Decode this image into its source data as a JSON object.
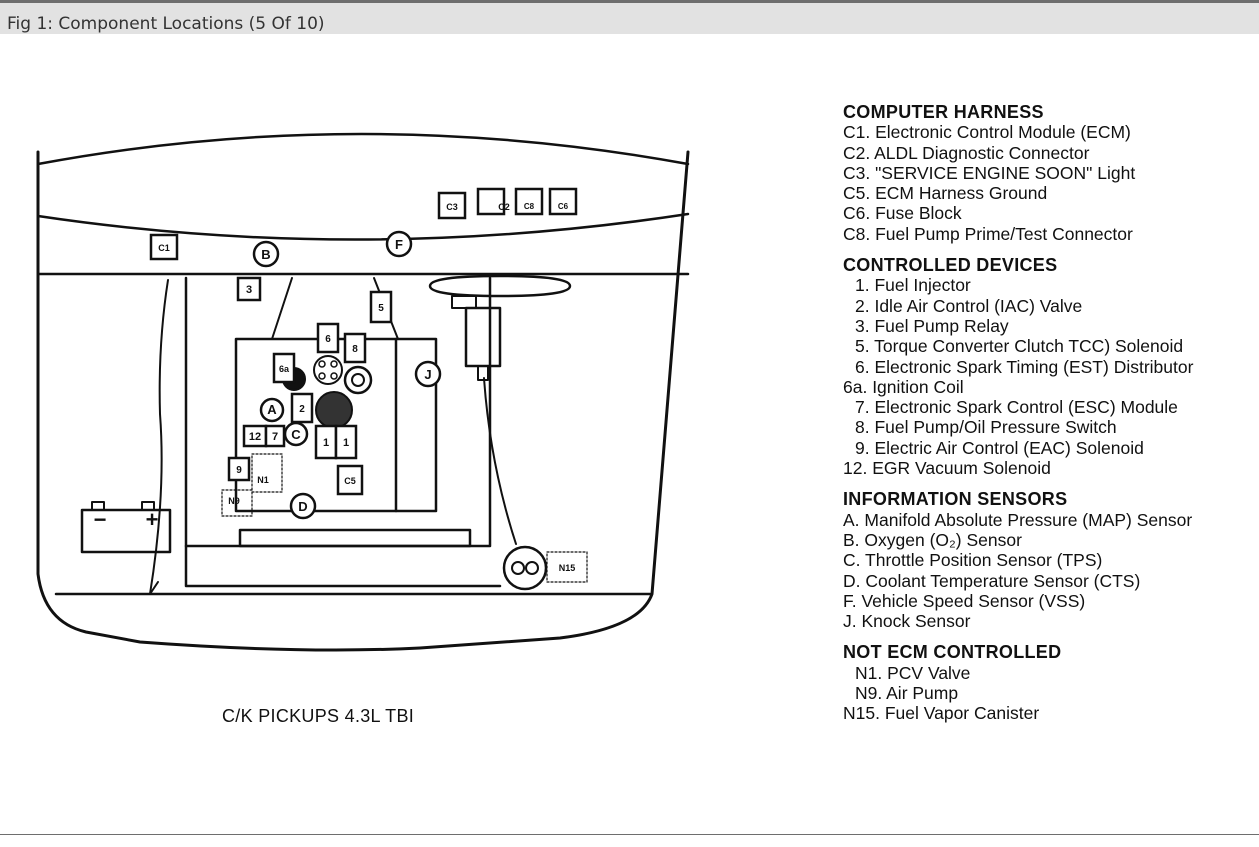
{
  "window": {
    "caption": "Fig 1: Component Locations (5 Of 10)"
  },
  "diagram": {
    "subtitle": "C/K PICKUPS 4.3L TBI",
    "battery_labels": [
      "−",
      "+"
    ],
    "box_labels": [
      "C1",
      "C2",
      "C3",
      "C5",
      "C8",
      "C6",
      "1",
      "1",
      "2",
      "3",
      "5",
      "6",
      "6a",
      "7",
      "8",
      "9",
      "12"
    ],
    "circle_labels": [
      "A",
      "B",
      "C",
      "D",
      "F",
      "J"
    ],
    "tag_labels": [
      "N1",
      "N9",
      "N15"
    ]
  },
  "legend": {
    "groups": [
      {
        "title": "COMPUTER HARNESS",
        "items": [
          "C1. Electronic Control Module (ECM)",
          "C2. ALDL Diagnostic Connector",
          "C3. \"SERVICE ENGINE SOON\" Light",
          "C5. ECM Harness Ground",
          "C6. Fuse Block",
          "C8. Fuel Pump Prime/Test Connector"
        ]
      },
      {
        "title": "CONTROLLED DEVICES",
        "items": [
          "1. Fuel Injector",
          "2. Idle Air Control (IAC) Valve",
          "3. Fuel Pump Relay",
          "5. Torque Converter Clutch TCC) Solenoid",
          "6. Electronic Spark Timing (EST) Distributor",
          "6a. Ignition Coil",
          "7. Electronic Spark Control (ESC) Module",
          "8. Fuel Pump/Oil Pressure Switch",
          "9. Electric Air Control (EAC) Solenoid",
          "12. EGR Vacuum Solenoid"
        ]
      },
      {
        "title": "INFORMATION SENSORS",
        "items": [
          "A. Manifold Absolute Pressure (MAP) Sensor",
          "B. Oxygen (O₂) Sensor",
          "C. Throttle Position Sensor (TPS)",
          "D. Coolant Temperature Sensor (CTS)",
          "F. Vehicle Speed Sensor (VSS)",
          "J. Knock Sensor"
        ]
      },
      {
        "title": "NOT ECM CONTROLLED",
        "items": [
          "N1. PCV Valve",
          "N9. Air Pump",
          "N15. Fuel Vapor Canister"
        ]
      }
    ]
  }
}
